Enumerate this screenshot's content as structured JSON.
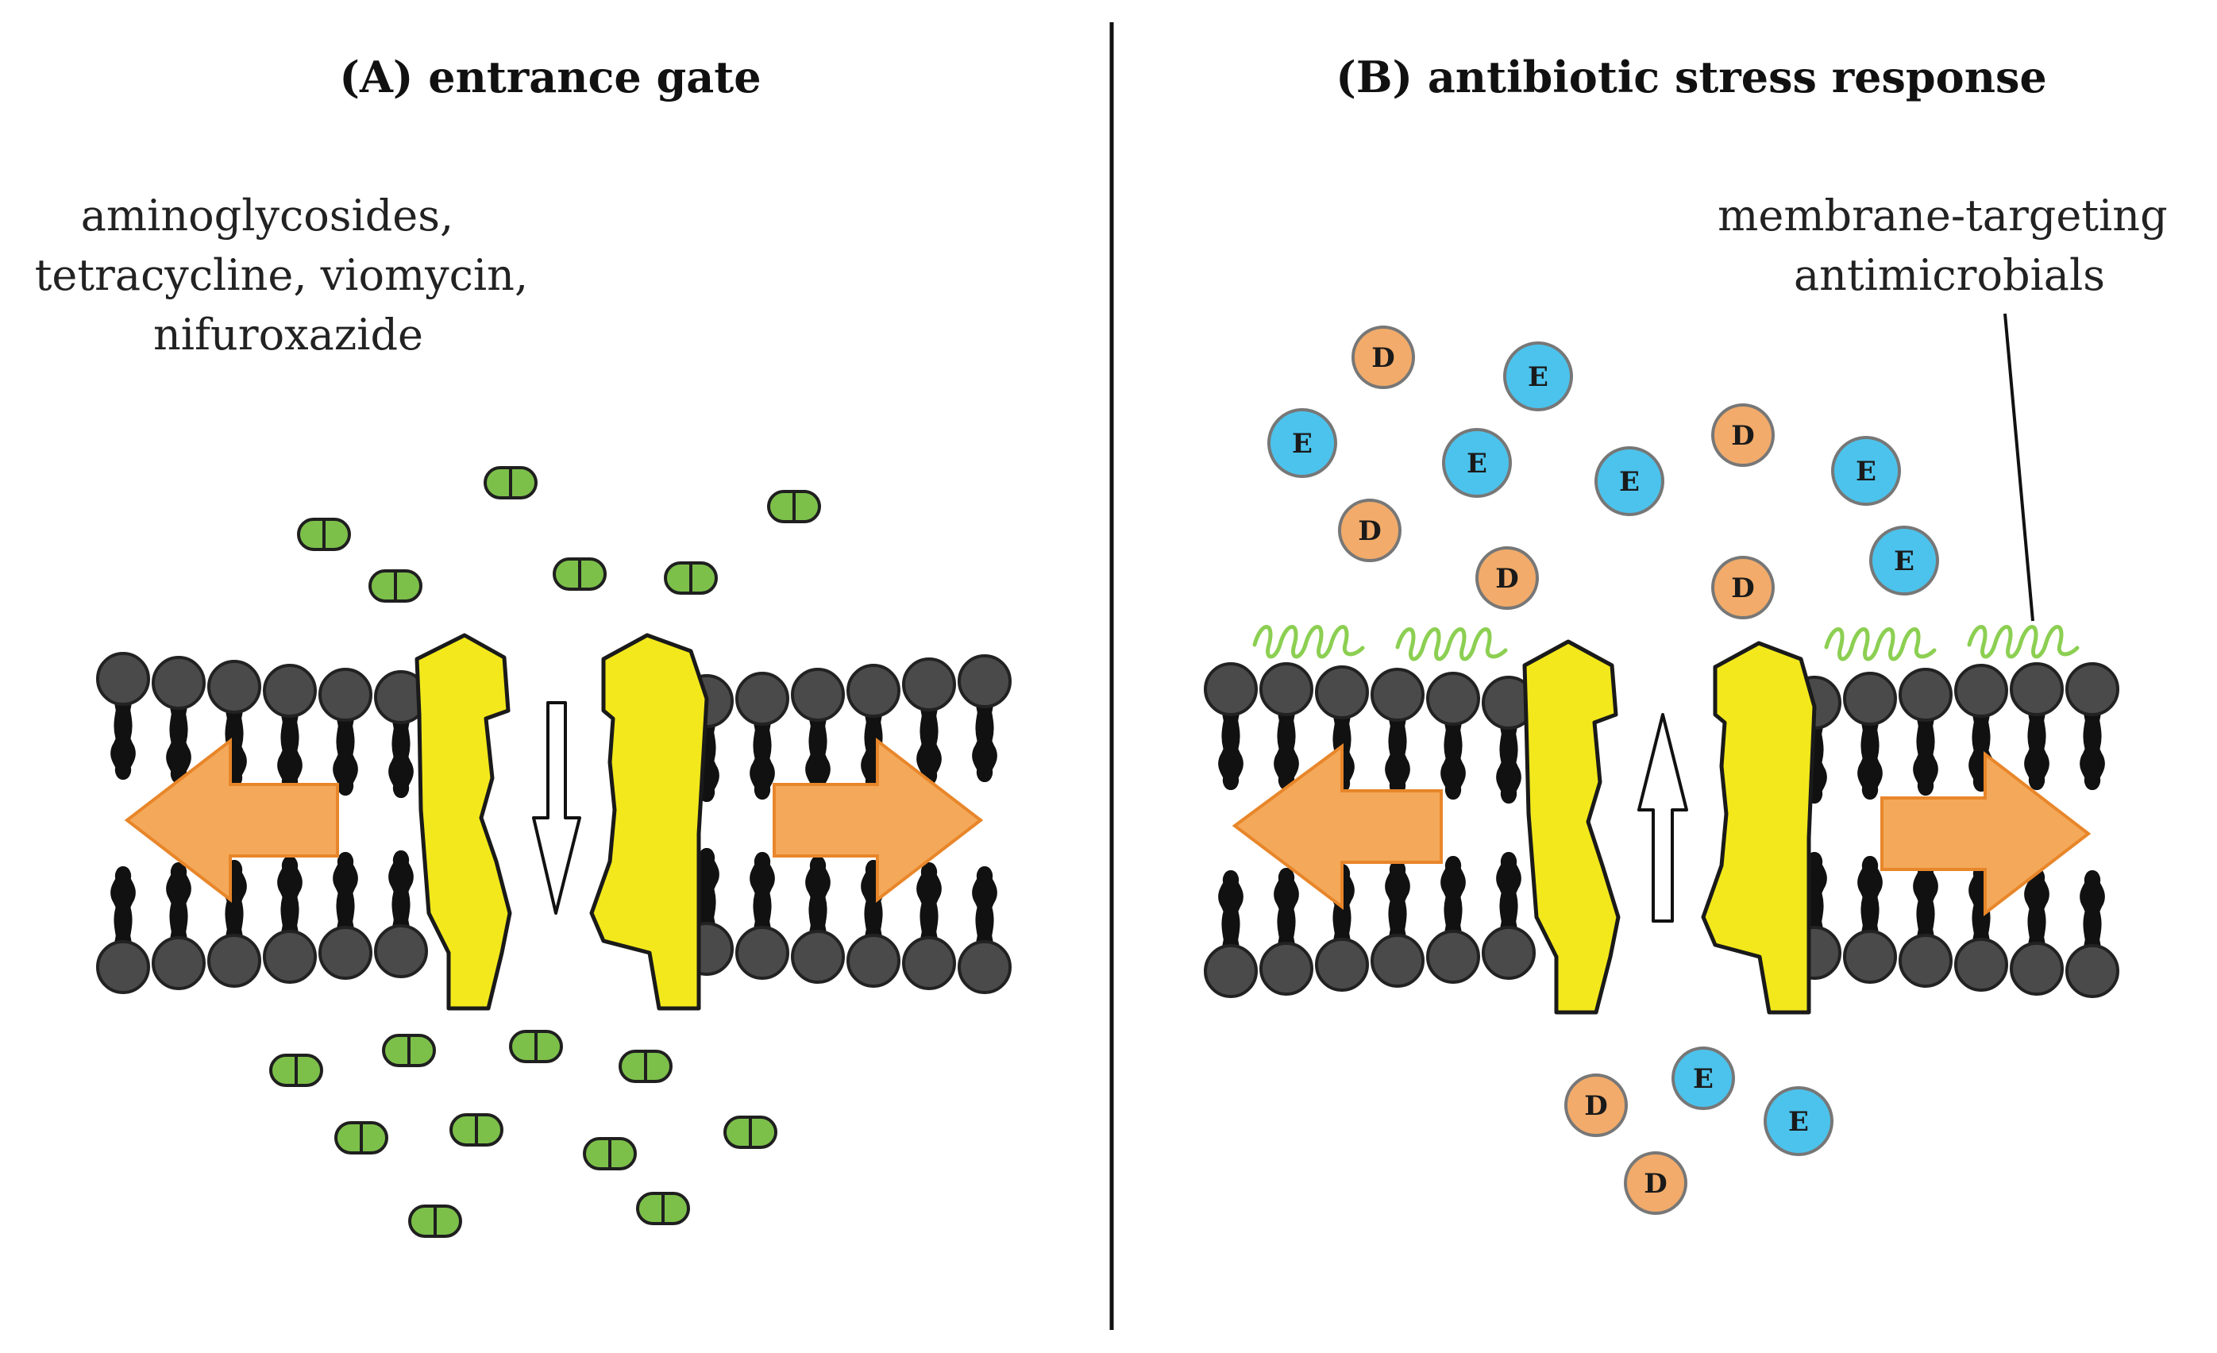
{
  "panel_a": {
    "title": "(A) entrance gate",
    "drug_label_lines": [
      "aminoglycosides,",
      "tetracycline, viomycin,",
      "nifuroxazide"
    ],
    "channel_arrow_direction": "inward"
  },
  "panel_b": {
    "title": "(B) antibiotic stress response",
    "antimicrobial_label_lines": [
      "membrane-targeting",
      "antimicrobials"
    ],
    "channel_arrow_direction": "outward",
    "ion_d": "D",
    "ion_e": "E"
  },
  "colors": {
    "lipid_head": "#4a4a4a",
    "lipid_tail": "#111111",
    "channel": "#f2e81c",
    "membrane_arrow": "#f4a95a",
    "membrane_arrow_stroke": "#e8862a",
    "drug_pill": "#7cc04a",
    "ion_d": "#f2ab6a",
    "ion_e": "#4cc3ec",
    "antimicrobial": "#8ccf52",
    "divider": "#111111"
  }
}
